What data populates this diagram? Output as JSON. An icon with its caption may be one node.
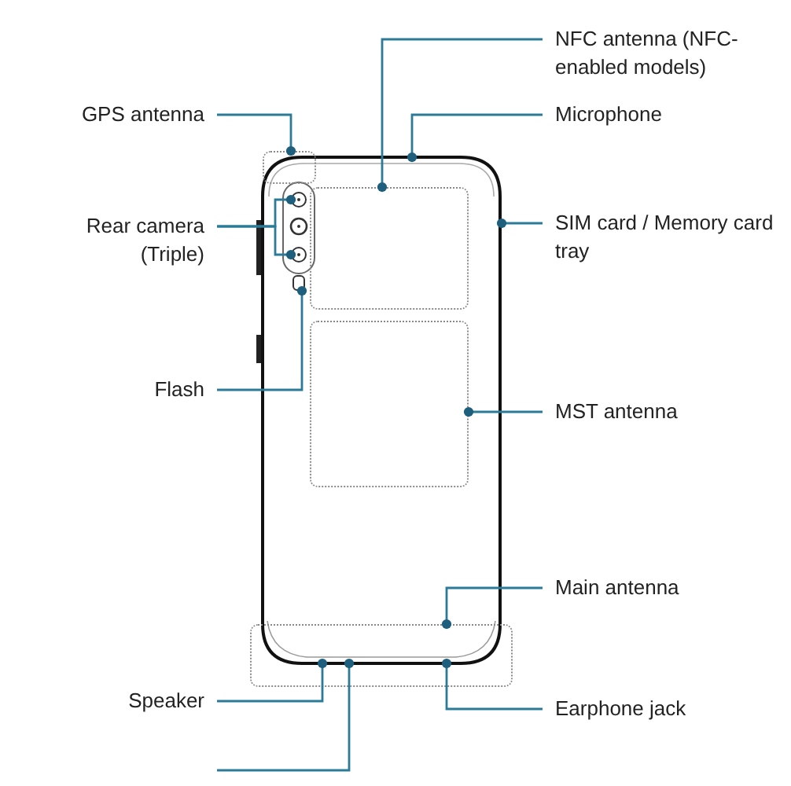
{
  "diagram": {
    "nodes": [
      {
        "text": [
          "NFC antenna (NFC-enabled models)"
        ]
      },
      {
        "text": [
          "Microphone"
        ]
      },
      {
        "text": [
          "GPS antenna"
        ]
      },
      {
        "text": [
          "Rear camera (Triple)"
        ]
      },
      {
        "text": [
          "SIM card / Memory card tray"
        ]
      },
      {
        "text": [
          "Flash"
        ]
      },
      {
        "text": [
          "MST antenna"
        ]
      },
      {
        "text": [
          "Main antenna"
        ]
      },
      {
        "text": [
          "Speaker"
        ]
      },
      {
        "text": [
          "Earphone jack"
        ]
      },
      {
        "text": [],
        "shape": "picture"
      },
      {
        "text": [],
        "shape": "box"
      },
      {
        "text": [],
        "shape": "box",
        "in": 10
      },
      {
        "text": [],
        "shape": "circle",
        "in": 10
      },
      {
        "text": [],
        "shape": "circle",
        "in": 10
      },
      {
        "text": [],
        "shape": "box",
        "in": 10
      },
      {
        "text": [],
        "shape": "box",
        "in": 10
      },
      {
        "text": [],
        "shape": "box"
      }
    ],
    "edges": [
      {
        "from": 0,
        "to": 12,
        "arrow": "other"
      },
      {
        "from": 1,
        "to": 10,
        "arrow": "other"
      },
      {
        "from": 2,
        "to": 11,
        "arrow": "other"
      },
      {
        "from": 3,
        "to": 13,
        "arrow": "other"
      },
      {
        "from": 3,
        "to": 14,
        "arrow": "other"
      },
      {
        "from": 4,
        "to": 10,
        "arrow": "other"
      },
      {
        "from": 5,
        "to": 15,
        "arrow": "other"
      },
      {
        "from": 6,
        "to": 16,
        "arrow": "other"
      },
      {
        "from": 7,
        "to": 17,
        "arrow": "other"
      },
      {
        "from": 8,
        "to": 10,
        "arrow": "other"
      },
      {
        "from": 9,
        "to": 10,
        "arrow": "other"
      },
      {
        "from": null,
        "to": 10,
        "arrow": "other"
      }
    ]
  }
}
